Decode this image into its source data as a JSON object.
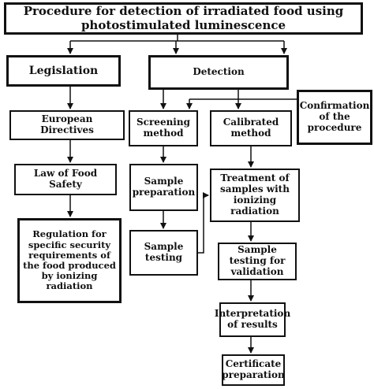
{
  "diagram": {
    "title": {
      "line1": "Procedure for detection of irradiated food using",
      "line2": "photostimulated luminescence"
    },
    "nodes": {
      "legislation": "Legislation",
      "detection": "Detection",
      "european_directives": "European Directives",
      "screening_method": "Screening method",
      "calibrated_method": "Calibrated method",
      "confirmation": "Confirmation of the procedure",
      "law_food_safety": "Law of Food Safety",
      "sample_preparation": "Sample preparation",
      "treatment_samples": "Treatment of samples with ionizing radiation",
      "regulation": "Regulation for specific security requirements of the food produced by ionizing radiation",
      "sample_testing": "Sample testing",
      "sample_testing_validation": "Sample testing for validation",
      "interpretation": "Interpretation of results",
      "certificate": "Certificate preparation"
    },
    "colors": {
      "line": "#111111",
      "background": "#ffffff"
    }
  }
}
